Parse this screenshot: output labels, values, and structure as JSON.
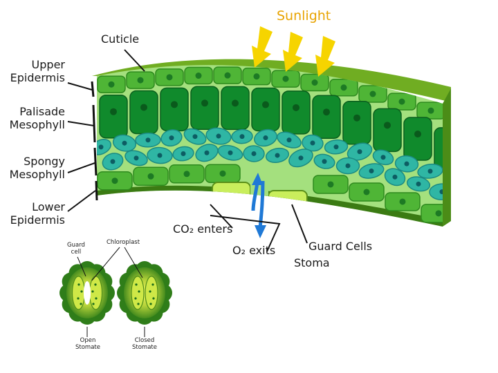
{
  "labels": {
    "sunlight": "Sunlight",
    "cuticle": "Cuticle",
    "upper_epidermis": [
      "Upper",
      "Epidermis"
    ],
    "palisade_mesophyll": [
      "Palisade",
      "Mesophyll"
    ],
    "spongy_mesophyll": [
      "Spongy",
      "Mesophyll"
    ],
    "lower_epidermis": [
      "Lower",
      "Epidermis"
    ],
    "co2_enters": "CO₂ enters",
    "o2_exits": "O₂ exits",
    "guard_cells": "Guard Cells",
    "stoma": "Stoma"
  },
  "inset": {
    "guard_cell": [
      "Guard",
      "cell"
    ],
    "chloroplast": "Chloroplast",
    "open_stomate": [
      "Open",
      "Stomate"
    ],
    "closed_stomate": [
      "Closed",
      "Stomate"
    ]
  },
  "colors": {
    "sunlight_arrow": "#f6d400",
    "cuticle": "#66a31d",
    "epidermis": "#4fb536",
    "palisade": "#108a2c",
    "spongy_cell": "#2fb6a4",
    "guard_cell": "#c7ec5a",
    "co2_arrow": "#1f79d6",
    "leaf_shadow": "#3c7c13"
  },
  "icons": [
    "sunlight-arrow-icon",
    "co2-arrow-icon",
    "o2-arrow-icon"
  ]
}
